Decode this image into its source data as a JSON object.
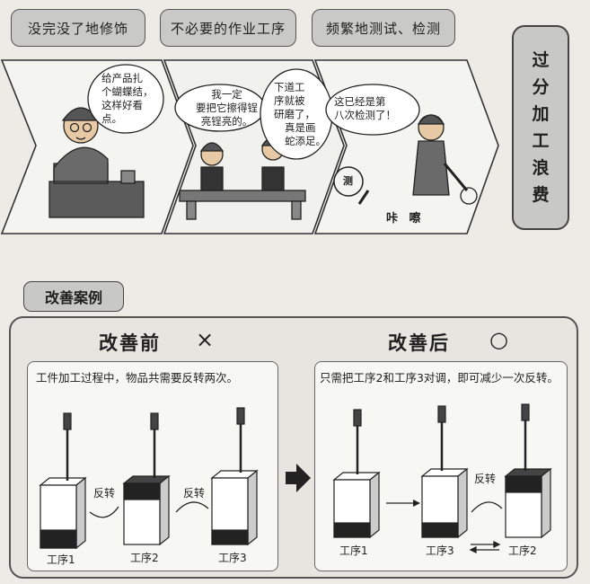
{
  "tags": [
    "没完没了地修饰",
    "不必要的作业工序",
    "频繁地测试、检测"
  ],
  "side_title": [
    "过",
    "分",
    "加",
    "工",
    "浪",
    "费"
  ],
  "comic": {
    "bubble1": [
      "给产品扎",
      "个蝴蝶结，",
      "这样好看",
      "点。"
    ],
    "bubble2": [
      "我一定",
      "要把它擦得锃",
      "亮锃亮的。"
    ],
    "bubble3": [
      "下道工",
      "序就被",
      "研磨了，",
      "真是画",
      "蛇添足。"
    ],
    "bubble4": [
      "这已经是第",
      "八次检测了！"
    ],
    "gauge_label": "测",
    "sound": "咔 嚓"
  },
  "case": {
    "title": "改善案例",
    "before": {
      "heading": "改善前",
      "mark": "×",
      "desc": "工件加工过程中，物品共需要反转两次。",
      "flip_label": "反转",
      "steps": [
        "工序1",
        "工序2",
        "工序3"
      ]
    },
    "after": {
      "heading": "改善后",
      "mark": "○",
      "desc": "只需把工序2和工序3对调，即可减少一次反转。",
      "flip_label": "反转",
      "steps": [
        "工序1",
        "工序3",
        "工序2"
      ]
    }
  }
}
